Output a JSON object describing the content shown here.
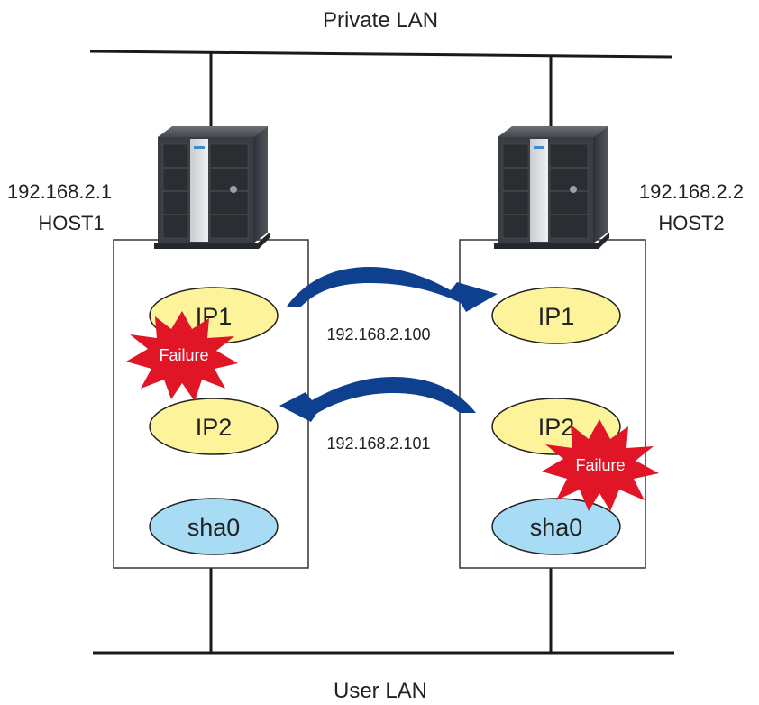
{
  "lans": {
    "private": "Private LAN",
    "user": "User LAN"
  },
  "hosts": [
    {
      "id": "host1",
      "ip": "192.168.2.1",
      "name": "HOST1",
      "interfaces": [
        "IP1",
        "IP2",
        "sha0"
      ],
      "failure_on": "IP1"
    },
    {
      "id": "host2",
      "ip": "192.168.2.2",
      "name": "HOST2",
      "interfaces": [
        "IP1",
        "IP2",
        "sha0"
      ],
      "failure_on": "IP2"
    }
  ],
  "failure_label": "Failure",
  "takeovers": [
    {
      "address": "192.168.2.100",
      "from": "HOST1",
      "to": "HOST2",
      "interface": "IP1"
    },
    {
      "address": "192.168.2.101",
      "from": "HOST2",
      "to": "HOST1",
      "interface": "IP2"
    }
  ],
  "colors": {
    "ip_oval": "#fdf39a",
    "sha_oval": "#a7dcf4",
    "arrow": "#0f3f8f",
    "failure_burst": "#e01526",
    "server_body": "#3a3e44"
  },
  "icons": {
    "server": "tower-server-icon",
    "failure": "explosion-burst-icon",
    "takeover": "curved-arrow-icon"
  }
}
